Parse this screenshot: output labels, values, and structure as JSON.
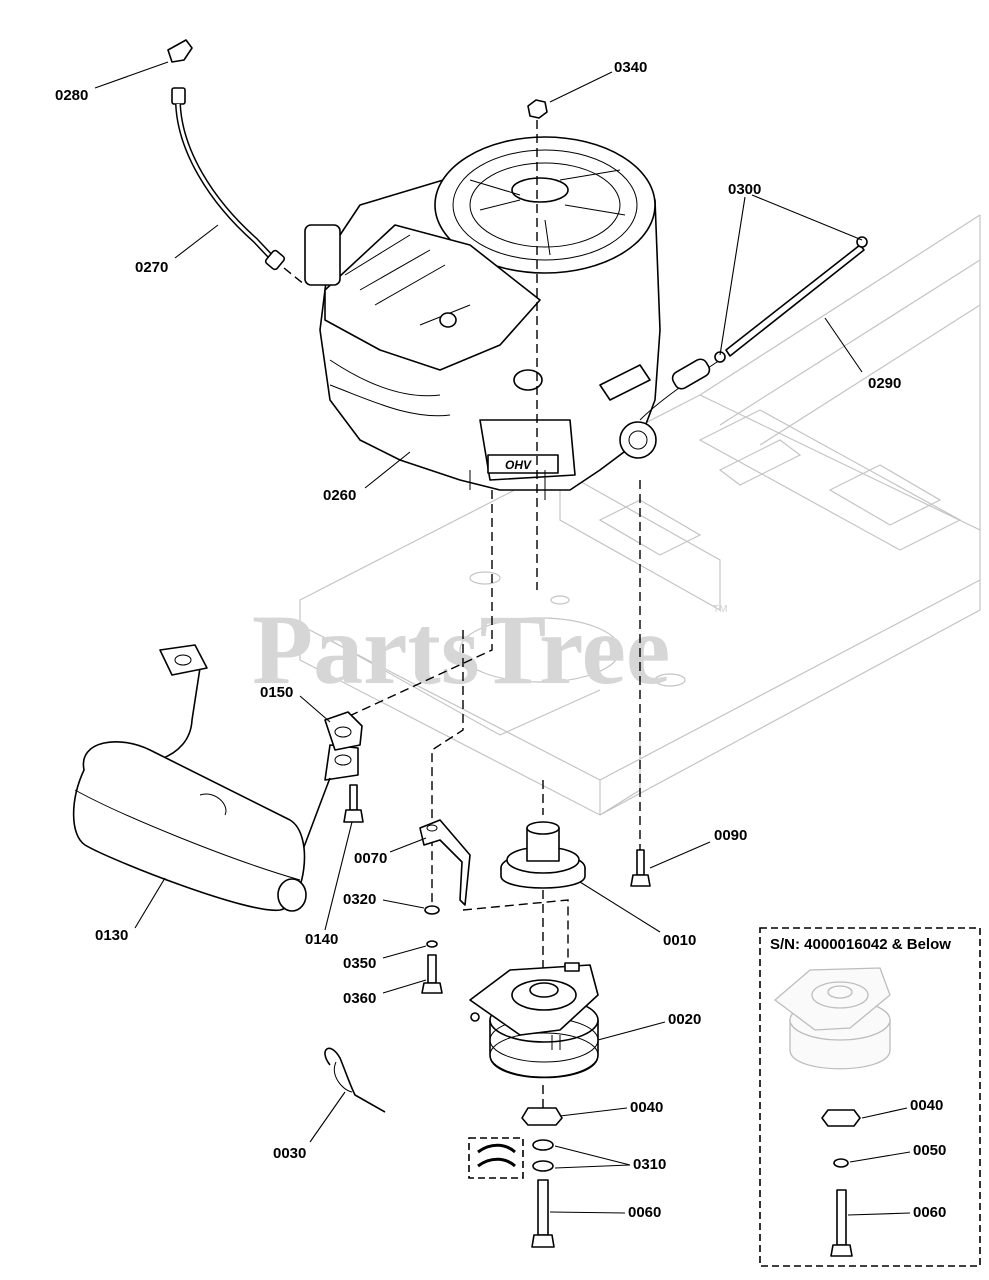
{
  "watermark": {
    "text": "PartsTree",
    "trademark": "TM"
  },
  "inset": {
    "title": "S/N: 4000016042 & Below"
  },
  "callouts": {
    "c0010": "0010",
    "c0020": "0020",
    "c0030": "0030",
    "c0040": "0040",
    "c0060": "0060",
    "c0070": "0070",
    "c0090": "0090",
    "c0130": "0130",
    "c0140": "0140",
    "c0150": "0150",
    "c0260": "0260",
    "c0270": "0270",
    "c0280": "0280",
    "c0290": "0290",
    "c0300": "0300",
    "c0310": "0310",
    "c0320": "0320",
    "c0340": "0340",
    "c0350": "0350",
    "c0360": "0360",
    "i0040": "0040",
    "i0050": "0050",
    "i0060": "0060"
  }
}
